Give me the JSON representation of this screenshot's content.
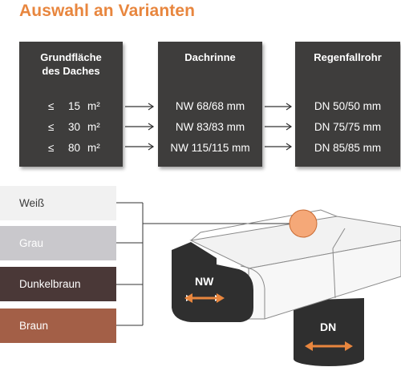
{
  "title": "Auswahl an Varianten",
  "cards": {
    "area": {
      "heading_line1": "Grundfläche",
      "heading_line2": "des Daches",
      "rows": [
        {
          "op": "≤",
          "value": "15",
          "unit": "m²"
        },
        {
          "op": "≤",
          "value": "30",
          "unit": "m²"
        },
        {
          "op": "≤",
          "value": "80",
          "unit": "m²"
        }
      ]
    },
    "gutter": {
      "heading": "Dachrinne",
      "rows": [
        "NW 68/68 mm",
        "NW 83/83 mm",
        "NW 115/115 mm"
      ]
    },
    "downpipe": {
      "heading": "Regenfallrohr",
      "rows": [
        "DN 50/50 mm",
        "DN 75/75 mm",
        "DN 85/85 mm"
      ]
    }
  },
  "colors": [
    {
      "name": "Weiß",
      "hex": "#f1f1f1",
      "text": "#3a3a3a"
    },
    {
      "name": "Grau",
      "hex": "#c9c8cc",
      "text": "#ffffff"
    },
    {
      "name": "Dunkelbraun",
      "hex": "#4a3837",
      "text": "#ffffff"
    },
    {
      "name": "Braun",
      "hex": "#a35f47",
      "text": "#ffffff"
    }
  ],
  "diagram": {
    "nw_label": "NW",
    "dn_label": "DN",
    "accent": "#e8863e"
  },
  "icons": [
    "arrow-right-icon",
    "double-arrow-icon",
    "highlight-circle-icon"
  ]
}
